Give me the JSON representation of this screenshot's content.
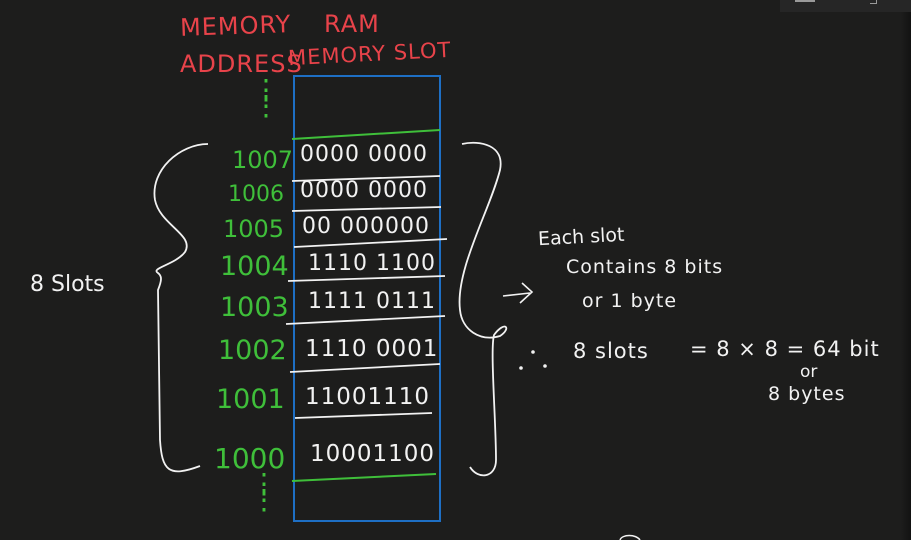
{
  "headers": {
    "memory_address_line1": "MEMORY",
    "memory_address_line2": "ADDRESS",
    "ram_line1": "RAM",
    "ram_line2": "MEMORY SLOT"
  },
  "colors": {
    "background": "#1d1d1c",
    "header_text": "#e8434a",
    "address_text": "#3fbf3a",
    "slot_text": "#f2f2f2",
    "ram_border": "#1e6fc4",
    "boundary_line": "#3fbf3a"
  },
  "slots": [
    {
      "address": "1007",
      "value": "0000 0000"
    },
    {
      "address": "1006",
      "value": "0000 0000"
    },
    {
      "address": "1005",
      "value": "00 000000"
    },
    {
      "address": "1004",
      "value": "1110 1100"
    },
    {
      "address": "1003",
      "value": "1111 0111"
    },
    {
      "address": "1002",
      "value": "1110 0001"
    },
    {
      "address": "1001",
      "value": "11001110"
    },
    {
      "address": "1000",
      "value": "10001100"
    }
  ],
  "ellipsis": {
    "top": "⋮",
    "bottom": "⋮"
  },
  "left_brace_label": "8 Slots",
  "notes": {
    "arrow": "→",
    "line1": "Each slot",
    "line2": "Contains 8 bits",
    "line3": "or 1 byte",
    "therefore_symbol": "∴",
    "calc_left": "8 slots",
    "calc_eq": "= 8 × 8 = 64 bit",
    "calc_or": "or",
    "calc_bytes": "8 bytes"
  }
}
